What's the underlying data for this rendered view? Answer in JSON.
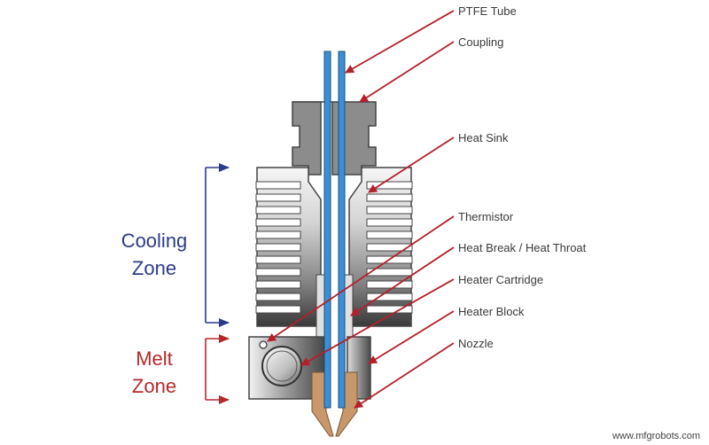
{
  "labels": {
    "ptfe_tube": "PTFE Tube",
    "coupling": "Coupling",
    "heat_sink": "Heat Sink",
    "thermistor": "Thermistor",
    "heat_break": "Heat Break / Heat Throat",
    "heater_cartridge": "Heater Cartridge",
    "heater_block": "Heater Block",
    "nozzle": "Nozzle"
  },
  "zones": {
    "cooling_line1": "Cooling",
    "cooling_line2": "Zone",
    "melt_line1": "Melt",
    "melt_line2": "Zone"
  },
  "watermark": "www.mfgrobots.com",
  "colors": {
    "cooling_zone": "#2b3a8c",
    "melt_zone": "#b5292b",
    "pointer_arrow": "#b51f2a",
    "ptfe_tube": "#3a8fd6",
    "nozzle": "#c9976a",
    "metal_dark": "#3d3d3d",
    "metal_light": "#f4f4f4"
  }
}
